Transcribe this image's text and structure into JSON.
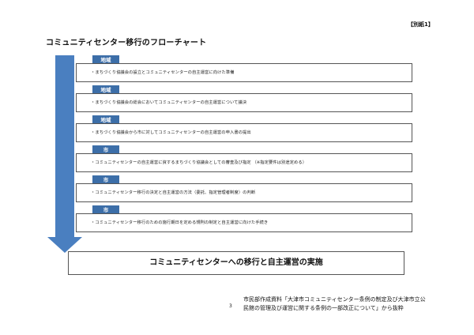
{
  "attachment_label": "【別紙1】",
  "title": "コミュニティセンター移行のフローチャート",
  "steps": [
    {
      "actor": "地域",
      "text": "・まちづくり協議会の設立とコミュニティセンターの自主運営に向けた準備"
    },
    {
      "actor": "地域",
      "text": "・まちづくり協議会の総会においてコミュニティセンターの自主運営について議決"
    },
    {
      "actor": "地域",
      "text": "・まちづくり協議会から市に対してコミュニティセンターの自主運営の申入書の提出"
    },
    {
      "actor": "市",
      "text": "・コミュニティセンターの自主運営に資するまちづくり協議会としての審査及び指定 （※指定要件は別途定める）"
    },
    {
      "actor": "市",
      "text": "・コミュニティセンター移行の決定と自主運営の方法（委託、指定管理者制度）の判断"
    },
    {
      "actor": "市",
      "text": "・コミュニティセンター移行のための施行期日を定める規則の制定と自主運営に向けた手続き"
    }
  ],
  "result": "コミュニティセンターへの移行と自主運営の実施",
  "page_number": "3",
  "footnote_lines": [
    "市民部作成資料「大津市コミュニティセンター条例の制定及び大津市立公",
    "民館の管理及び運営に関する条例の一部改正について」から抜粋"
  ],
  "colors": {
    "arrow": "#4a7fc0",
    "badge": "#3c6ea8"
  }
}
